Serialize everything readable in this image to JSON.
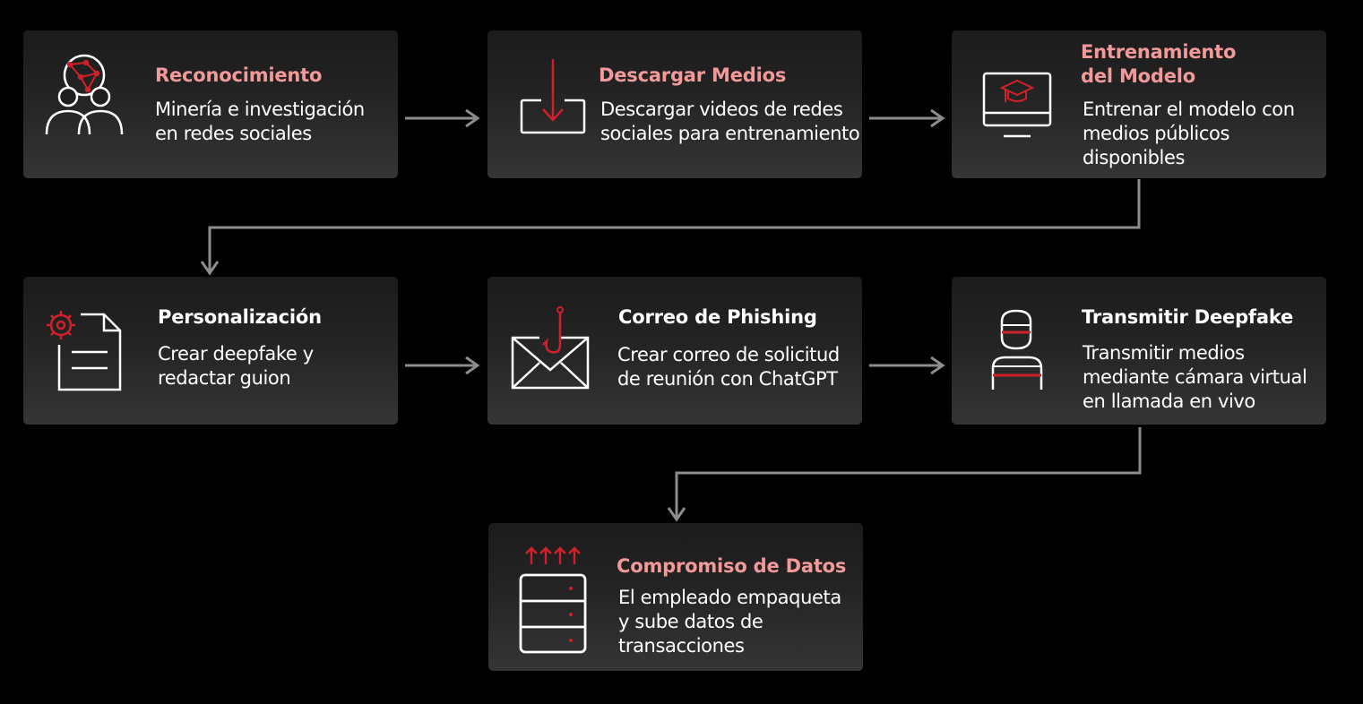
{
  "steps": [
    {
      "title": "Reconocimiento",
      "lines": [
        "Minería e investigación",
        "en redes sociales"
      ],
      "icon": "network-people-icon",
      "title_style": "pink"
    },
    {
      "title": "Descargar Medios",
      "lines": [
        "Descargar videos de redes",
        "sociales para entrenamiento"
      ],
      "icon": "download-tray-icon",
      "title_style": "pink"
    },
    {
      "title_lines": [
        "Entrenamiento",
        "del Modelo"
      ],
      "lines": [
        "Entrenar el modelo con",
        "medios públicos",
        "disponibles"
      ],
      "icon": "monitor-graduation-icon",
      "title_style": "pink"
    },
    {
      "title": "Personalización",
      "lines": [
        "Crear deepfake y",
        "redactar guion"
      ],
      "icon": "document-gear-icon",
      "title_style": "white"
    },
    {
      "title": "Correo de Phishing",
      "lines": [
        "Crear correo de solicitud",
        "de reunión con ChatGPT"
      ],
      "icon": "envelope-hook-icon",
      "title_style": "white"
    },
    {
      "title": "Transmitir Deepfake",
      "lines": [
        "Transmitir medios",
        "mediante cámara virtual",
        "en llamada en vivo"
      ],
      "icon": "masked-person-icon",
      "title_style": "white"
    },
    {
      "title": "Compromiso de Datos",
      "lines": [
        "El empleado empaqueta",
        "y sube datos de",
        "transacciones"
      ],
      "icon": "server-upload-icon",
      "title_style": "pink"
    }
  ],
  "colors": {
    "accent_red": "#d0212a",
    "title_pink": "#f29a9a",
    "connector": "#8a8a8a"
  }
}
